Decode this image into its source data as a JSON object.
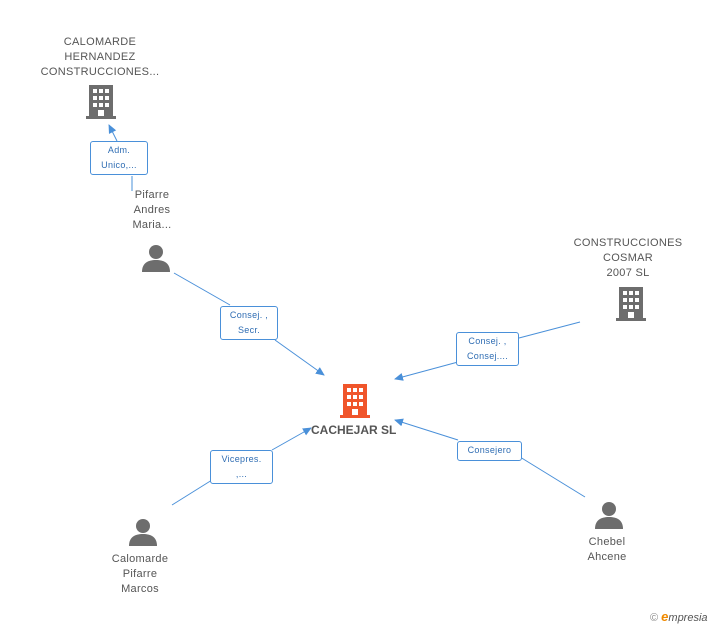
{
  "colors": {
    "edge": "#4a90d9",
    "node_gray": "#6d6d6d",
    "center_orange": "#f0552b",
    "brand_orange": "#f08a00"
  },
  "center": {
    "name": "CACHEJAR SL",
    "icon": "building-icon"
  },
  "companies": [
    {
      "name": "CALOMARDE\nHERNANDEZ\nCONSTRUCCIONES...",
      "icon": "building-icon"
    },
    {
      "name": "CONSTRUCCIONES\nCOSMAR\n2007  SL",
      "icon": "building-icon"
    }
  ],
  "persons": [
    {
      "name": "Pifarre\nAndres\nMaria...",
      "icon": "person-icon"
    },
    {
      "name": "Calomarde\nPifarre\nMarcos",
      "icon": "person-icon"
    },
    {
      "name": "Chebel\nAhcene",
      "icon": "person-icon"
    }
  ],
  "relations": [
    {
      "label": "Adm.\nUnico,..."
    },
    {
      "label": "Consej. ,\nSecr."
    },
    {
      "label": "Consej. ,\nConsej...."
    },
    {
      "label": "Vicepres.\n,..."
    },
    {
      "label": "Consejero"
    }
  ],
  "footer": {
    "copyright": "©",
    "brand_initial": "e",
    "brand_rest": "mpresia"
  }
}
